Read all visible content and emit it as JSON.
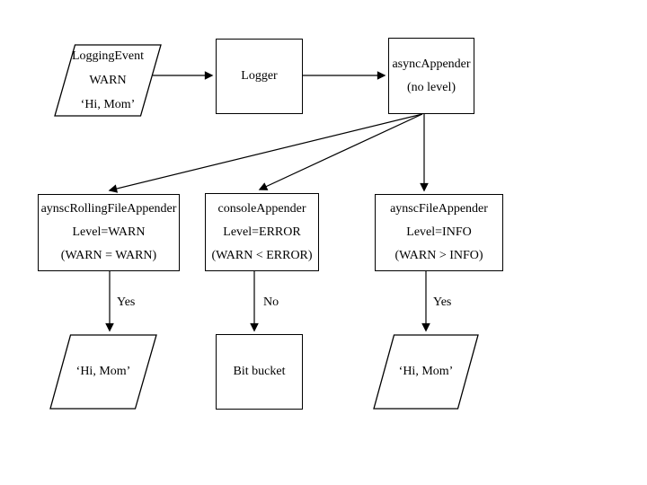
{
  "diagram": {
    "colors": {
      "background": "#ffffff",
      "stroke": "#000000",
      "text": "#000000"
    },
    "nodes": {
      "logging_event": {
        "shape": "parallelogram",
        "lines": [
          "LoggingEvent",
          "WARN",
          "‘Hi, Mom’"
        ]
      },
      "logger": {
        "shape": "rectangle",
        "lines": [
          "Logger"
        ]
      },
      "async_appender": {
        "shape": "rectangle",
        "lines": [
          "asyncAppender",
          "(no level)"
        ]
      },
      "rolling_file_appender": {
        "shape": "rectangle",
        "lines": [
          "aynscRollingFileAppender",
          "Level=WARN",
          "(WARN = WARN)"
        ]
      },
      "console_appender": {
        "shape": "rectangle",
        "lines": [
          "consoleAppender",
          "Level=ERROR",
          "(WARN < ERROR)"
        ]
      },
      "file_appender": {
        "shape": "rectangle",
        "lines": [
          "aynscFileAppender",
          "Level=INFO",
          "(WARN > INFO)"
        ]
      },
      "output_warn": {
        "shape": "parallelogram",
        "lines": [
          "‘Hi, Mom’"
        ]
      },
      "bit_bucket": {
        "shape": "rectangle",
        "lines": [
          "Bit bucket"
        ]
      },
      "output_info": {
        "shape": "parallelogram",
        "lines": [
          "‘Hi, Mom’"
        ]
      }
    },
    "edge_labels": {
      "rolling_yes": "Yes",
      "console_no": "No",
      "file_yes": "Yes"
    }
  }
}
